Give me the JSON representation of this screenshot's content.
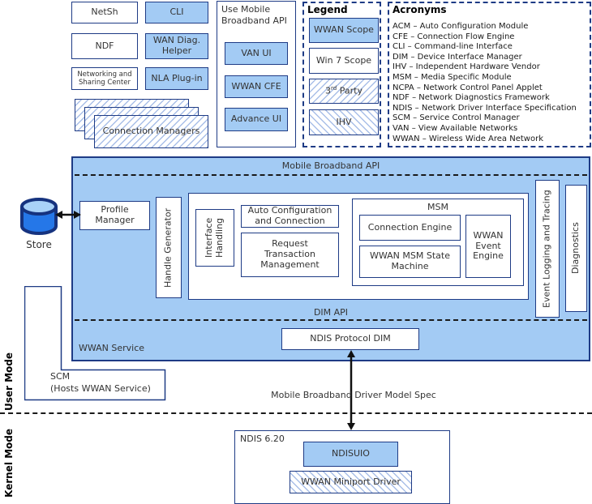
{
  "top_left": {
    "netsh": "NetSh",
    "cli": "CLI",
    "ndf": "NDF",
    "wan_diag": "WAN Diag. Helper",
    "net_center": "Networking and Sharing Center",
    "nla": "NLA Plug-in",
    "conn_mgrs": "Connection Managers"
  },
  "use_api": {
    "title": "Use Mobile Broadband API",
    "van_ui": "VAN UI",
    "wwan_cfe": "WWAN CFE",
    "advance_ui": "Advance UI"
  },
  "legend": {
    "title": "Legend",
    "wwan_scope": "WWAN Scope",
    "win7_scope": "Win 7 Scope",
    "third_party_prefix": "3",
    "third_party_sup": "rd",
    "third_party_suffix": " Party",
    "ihv": "IHV"
  },
  "acronyms": {
    "title": "Acronyms",
    "items": [
      "ACM – Auto Configuration Module",
      "CFE – Connection Flow Engine",
      "CLI – Command-line Interface",
      "DIM – Device Interface Manager",
      "IHV – Independent Hardware Vendor",
      "MSM – Media Specific Module",
      "NCPA – Network Control Panel Applet",
      "NDF – Network Diagnostics Framework",
      "NDIS – Network Driver Interface Specification",
      "SCM – Service Control Manager",
      "VAN – View Available Networks",
      "WWAN – Wireless Wide Area Network"
    ]
  },
  "main": {
    "title": "Mobile Broadband API",
    "profile_manager": "Profile Manager",
    "handle_generator": "Handle Generator",
    "interface_handling": "Interface Handling",
    "auto_config": "Auto Configuration and Connection",
    "request_tx": "Request Transaction Management",
    "msm_title": "MSM",
    "connection_engine": "Connection Engine",
    "wwan_msm_state": "WWAN MSM State Machine",
    "wwan_event_engine": "WWAN Event Engine",
    "event_logging": "Event Logging and Tracing",
    "diagnostics": "Diagnostics",
    "dim_api": "DIM API",
    "ndis_protocol_dim": "NDIS Protocol DIM",
    "wwan_service": "WWAN Service"
  },
  "store_label": "Store",
  "scm": {
    "line1": "SCM",
    "line2": "(Hosts WWAN Service)"
  },
  "modes": {
    "user": "User Mode",
    "kernel": "Kernel Mode"
  },
  "driver_spec": "Mobile Broadband Driver Model Spec",
  "kernel_section": {
    "ndis_620": "NDIS 6.20",
    "ndisuio": "NDISUIO",
    "wwan_miniport": "WWAN Miniport Driver"
  },
  "colors": {
    "blue_fill": "#A3CBF4",
    "border_navy": "#1E3B85",
    "hatch_blue": "#A9BFE8"
  }
}
